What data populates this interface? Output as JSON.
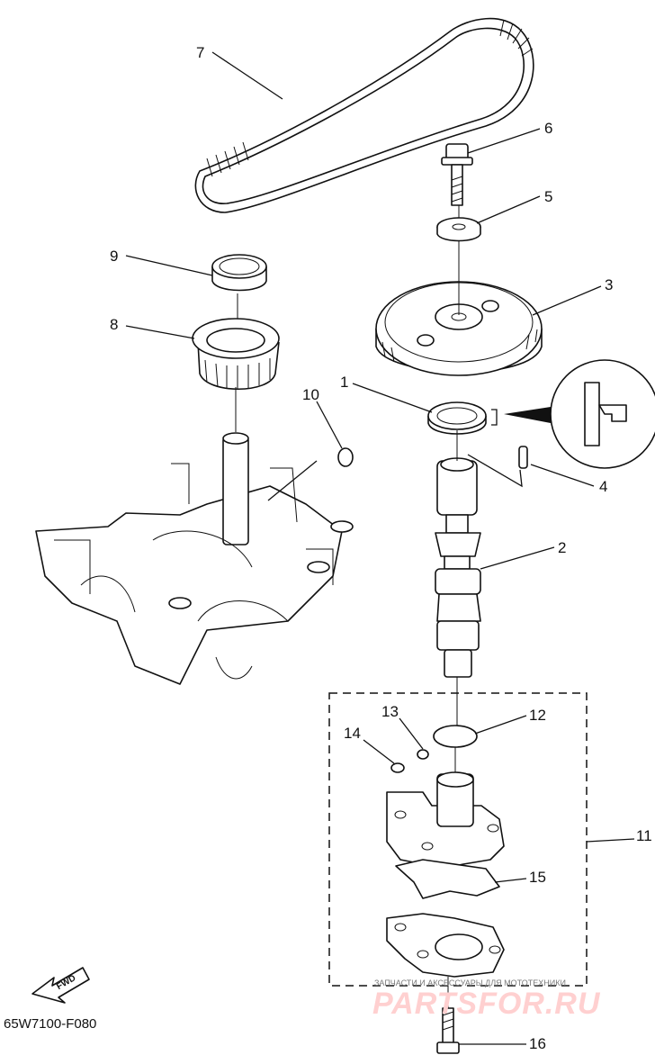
{
  "diagram": {
    "drawing_code": "65W7100-F080",
    "fwd_label": "FWD",
    "watermark_text": "ЗАПЧАСТИ И АКСЕССУАРЫ ДЛЯ МОТОТЕХНИКИ",
    "watermark_logo": "PARTSFOR.RU",
    "callouts": [
      "1",
      "2",
      "3",
      "4",
      "5",
      "6",
      "7",
      "8",
      "9",
      "10",
      "11",
      "12",
      "13",
      "14",
      "15",
      "16"
    ]
  }
}
